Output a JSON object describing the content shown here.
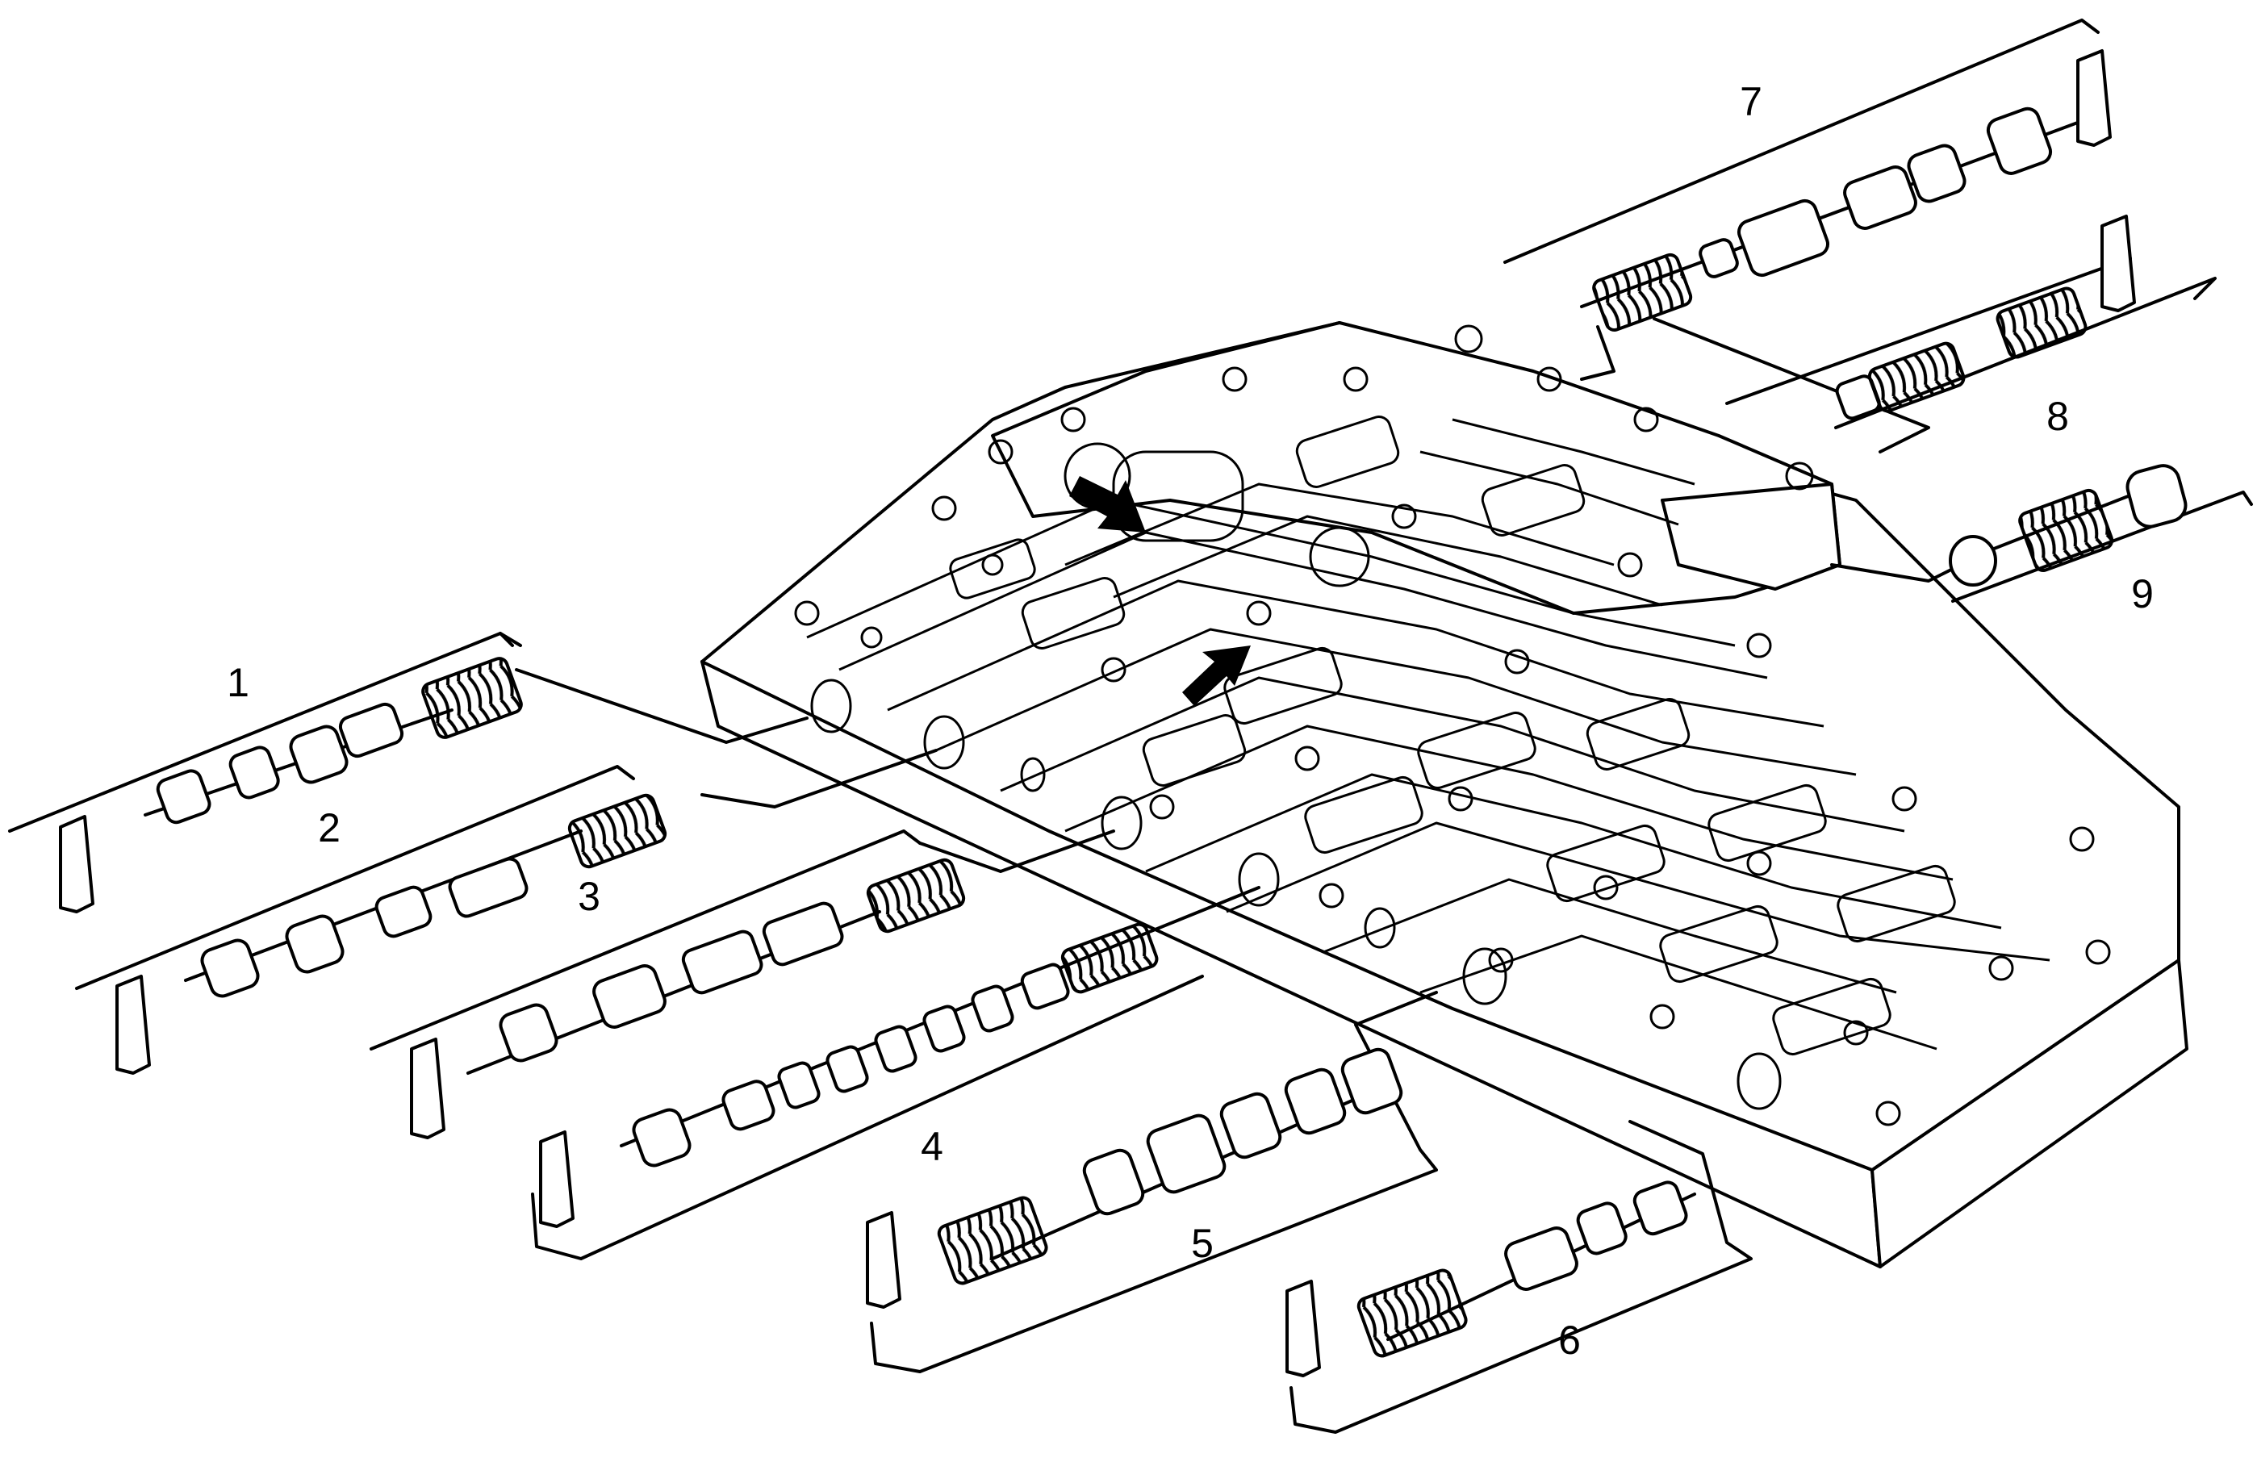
{
  "callouts": [
    {
      "id": "1",
      "label": "1"
    },
    {
      "id": "2",
      "label": "2"
    },
    {
      "id": "3",
      "label": "3"
    },
    {
      "id": "4",
      "label": "4"
    },
    {
      "id": "5",
      "label": "5"
    },
    {
      "id": "6",
      "label": "6"
    },
    {
      "id": "7",
      "label": "7"
    },
    {
      "id": "8",
      "label": "8"
    },
    {
      "id": "9",
      "label": "9"
    }
  ],
  "colors": {
    "line": "#000000",
    "background": "#ffffff",
    "arrow": "#000000"
  },
  "icons": [
    "locator-arrow-icon"
  ]
}
